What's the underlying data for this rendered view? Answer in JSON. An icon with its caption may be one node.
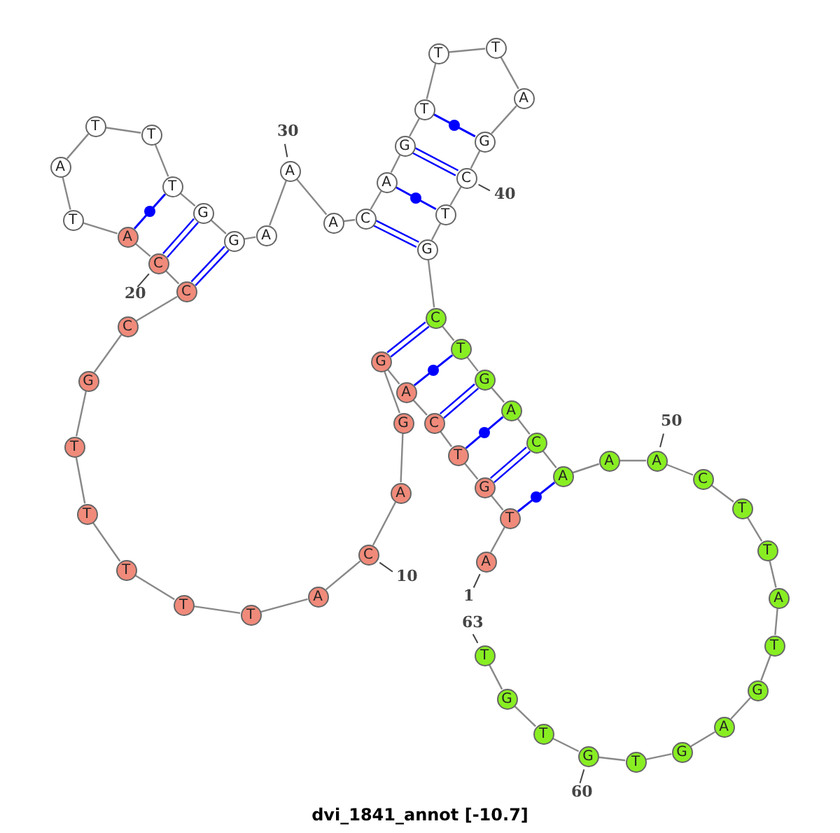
{
  "diagram": {
    "title": "dvi_1841_annot [-10.7]",
    "nodes": [
      {
        "text": [
          "A"
        ],
        "beside": [
          "1"
        ]
      },
      {
        "text": [
          "T"
        ]
      },
      {
        "text": [
          "G"
        ]
      },
      {
        "text": [
          "T"
        ]
      },
      {
        "text": [
          "C"
        ]
      },
      {
        "text": [
          "A"
        ]
      },
      {
        "text": [
          "G"
        ]
      },
      {
        "text": [
          "G"
        ]
      },
      {
        "text": [
          "A"
        ]
      },
      {
        "text": [
          "C"
        ],
        "beside": [
          "10"
        ]
      },
      {
        "text": [
          "A"
        ]
      },
      {
        "text": [
          "T"
        ]
      },
      {
        "text": [
          "T"
        ]
      },
      {
        "text": [
          "T"
        ]
      },
      {
        "text": [
          "T"
        ]
      },
      {
        "text": [
          "T"
        ]
      },
      {
        "text": [
          "G"
        ]
      },
      {
        "text": [
          "C"
        ]
      },
      {
        "text": [
          "C"
        ]
      },
      {
        "text": [
          "C"
        ],
        "beside": [
          "20"
        ]
      },
      {
        "text": [
          "A"
        ]
      },
      {
        "text": [
          "T"
        ]
      },
      {
        "text": [
          "A"
        ]
      },
      {
        "text": [
          "T"
        ]
      },
      {
        "text": [
          "T"
        ]
      },
      {
        "text": [
          "T"
        ]
      },
      {
        "text": [
          "G"
        ]
      },
      {
        "text": [
          "G"
        ]
      },
      {
        "text": [
          "A"
        ]
      },
      {
        "text": [
          "A"
        ],
        "beside": [
          "30"
        ]
      },
      {
        "text": [
          "A"
        ]
      },
      {
        "text": [
          "C"
        ]
      },
      {
        "text": [
          "A"
        ]
      },
      {
        "text": [
          "G"
        ]
      },
      {
        "text": [
          "T"
        ]
      },
      {
        "text": [
          "T"
        ]
      },
      {
        "text": [
          "T"
        ]
      },
      {
        "text": [
          "A"
        ]
      },
      {
        "text": [
          "G"
        ]
      },
      {
        "text": [
          "C"
        ],
        "beside": [
          "40"
        ]
      },
      {
        "text": [
          "T"
        ]
      },
      {
        "text": [
          "G"
        ]
      },
      {
        "text": [
          "C"
        ]
      },
      {
        "text": [
          "T"
        ]
      },
      {
        "text": [
          "G"
        ]
      },
      {
        "text": [
          "A"
        ]
      },
      {
        "text": [
          "C"
        ]
      },
      {
        "text": [
          "A"
        ]
      },
      {
        "text": [
          "A"
        ]
      },
      {
        "text": [
          "A"
        ],
        "beside": [
          "50"
        ]
      },
      {
        "text": [
          "C"
        ]
      },
      {
        "text": [
          "T"
        ]
      },
      {
        "text": [
          "T"
        ]
      },
      {
        "text": [
          "A"
        ]
      },
      {
        "text": [
          "T"
        ]
      },
      {
        "text": [
          "G"
        ]
      },
      {
        "text": [
          "A"
        ]
      },
      {
        "text": [
          "G"
        ]
      },
      {
        "text": [
          "T"
        ]
      },
      {
        "text": [
          "G"
        ],
        "beside": [
          "60"
        ]
      },
      {
        "text": [
          "T"
        ]
      },
      {
        "text": [
          "G"
        ]
      },
      {
        "text": [
          "T"
        ],
        "beside": [
          "63"
        ]
      }
    ],
    "edges": [
      {
        "from": 0,
        "to": 1,
        "arrow": "none"
      },
      {
        "from": 1,
        "to": 2,
        "arrow": "none"
      },
      {
        "from": 2,
        "to": 3,
        "arrow": "none"
      },
      {
        "from": 3,
        "to": 4,
        "arrow": "none"
      },
      {
        "from": 4,
        "to": 5,
        "arrow": "none"
      },
      {
        "from": 5,
        "to": 6,
        "arrow": "none"
      },
      {
        "from": 6,
        "to": 7,
        "arrow": "none"
      },
      {
        "from": 7,
        "to": 8,
        "arrow": "none"
      },
      {
        "from": 8,
        "to": 9,
        "arrow": "none"
      },
      {
        "from": 9,
        "to": 10,
        "arrow": "none"
      },
      {
        "from": 10,
        "to": 11,
        "arrow": "none"
      },
      {
        "from": 11,
        "to": 12,
        "arrow": "none"
      },
      {
        "from": 12,
        "to": 13,
        "arrow": "none"
      },
      {
        "from": 13,
        "to": 14,
        "arrow": "none"
      },
      {
        "from": 14,
        "to": 15,
        "arrow": "none"
      },
      {
        "from": 15,
        "to": 16,
        "arrow": "none"
      },
      {
        "from": 16,
        "to": 17,
        "arrow": "none"
      },
      {
        "from": 17,
        "to": 18,
        "arrow": "none"
      },
      {
        "from": 18,
        "to": 19,
        "arrow": "none"
      },
      {
        "from": 19,
        "to": 20,
        "arrow": "none"
      },
      {
        "from": 20,
        "to": 21,
        "arrow": "none"
      },
      {
        "from": 21,
        "to": 22,
        "arrow": "none"
      },
      {
        "from": 22,
        "to": 23,
        "arrow": "none"
      },
      {
        "from": 23,
        "to": 24,
        "arrow": "none"
      },
      {
        "from": 24,
        "to": 25,
        "arrow": "none"
      },
      {
        "from": 25,
        "to": 26,
        "arrow": "none"
      },
      {
        "from": 26,
        "to": 27,
        "arrow": "none"
      },
      {
        "from": 27,
        "to": 28,
        "arrow": "none"
      },
      {
        "from": 28,
        "to": 29,
        "arrow": "none"
      },
      {
        "from": 29,
        "to": 30,
        "arrow": "none"
      },
      {
        "from": 30,
        "to": 31,
        "arrow": "none"
      },
      {
        "from": 31,
        "to": 32,
        "arrow": "none"
      },
      {
        "from": 32,
        "to": 33,
        "arrow": "none"
      },
      {
        "from": 33,
        "to": 34,
        "arrow": "none"
      },
      {
        "from": 34,
        "to": 35,
        "arrow": "none"
      },
      {
        "from": 35,
        "to": 36,
        "arrow": "none"
      },
      {
        "from": 36,
        "to": 37,
        "arrow": "none"
      },
      {
        "from": 37,
        "to": 38,
        "arrow": "none"
      },
      {
        "from": 38,
        "to": 39,
        "arrow": "none"
      },
      {
        "from": 39,
        "to": 40,
        "arrow": "none"
      },
      {
        "from": 40,
        "to": 41,
        "arrow": "none"
      },
      {
        "from": 41,
        "to": 42,
        "arrow": "none"
      },
      {
        "from": 42,
        "to": 43,
        "arrow": "none"
      },
      {
        "from": 43,
        "to": 44,
        "arrow": "none"
      },
      {
        "from": 44,
        "to": 45,
        "arrow": "none"
      },
      {
        "from": 45,
        "to": 46,
        "arrow": "none"
      },
      {
        "from": 46,
        "to": 47,
        "arrow": "none"
      },
      {
        "from": 47,
        "to": 48,
        "arrow": "none"
      },
      {
        "from": 48,
        "to": 49,
        "arrow": "none"
      },
      {
        "from": 49,
        "to": 50,
        "arrow": "none"
      },
      {
        "from": 50,
        "to": 51,
        "arrow": "none"
      },
      {
        "from": 51,
        "to": 52,
        "arrow": "none"
      },
      {
        "from": 52,
        "to": 53,
        "arrow": "none"
      },
      {
        "from": 53,
        "to": 54,
        "arrow": "none"
      },
      {
        "from": 54,
        "to": 55,
        "arrow": "none"
      },
      {
        "from": 55,
        "to": 56,
        "arrow": "none"
      },
      {
        "from": 56,
        "to": 57,
        "arrow": "none"
      },
      {
        "from": 57,
        "to": 58,
        "arrow": "none"
      },
      {
        "from": 58,
        "to": 59,
        "arrow": "none"
      },
      {
        "from": 59,
        "to": 60,
        "arrow": "none"
      },
      {
        "from": 60,
        "to": 61,
        "arrow": "none"
      },
      {
        "from": 61,
        "to": 62,
        "arrow": "none"
      },
      {
        "from": 18,
        "to": 27,
        "arrow": "none",
        "color": "#0000ff"
      },
      {
        "from": 19,
        "to": 26,
        "arrow": "none",
        "color": "#0000ff"
      },
      {
        "from": 20,
        "to": 25,
        "arrow": "none",
        "color": "#0000ff"
      },
      {
        "from": 31,
        "to": 41,
        "arrow": "none",
        "color": "#0000ff"
      },
      {
        "from": 32,
        "to": 40,
        "arrow": "none",
        "color": "#0000ff"
      },
      {
        "from": 33,
        "to": 39,
        "arrow": "none",
        "color": "#0000ff"
      },
      {
        "from": 34,
        "to": 38,
        "arrow": "none",
        "color": "#0000ff"
      },
      {
        "from": 6,
        "to": 42,
        "arrow": "none",
        "color": "#0000ff"
      },
      {
        "from": 5,
        "to": 43,
        "arrow": "none",
        "color": "#0000ff"
      },
      {
        "from": 4,
        "to": 44,
        "arrow": "none",
        "color": "#0000ff"
      },
      {
        "from": 3,
        "to": 45,
        "arrow": "none",
        "color": "#0000ff"
      },
      {
        "from": 2,
        "to": 46,
        "arrow": "none",
        "color": "#0000ff"
      },
      {
        "from": 1,
        "to": 47,
        "arrow": "none",
        "color": "#0000ff"
      }
    ]
  }
}
